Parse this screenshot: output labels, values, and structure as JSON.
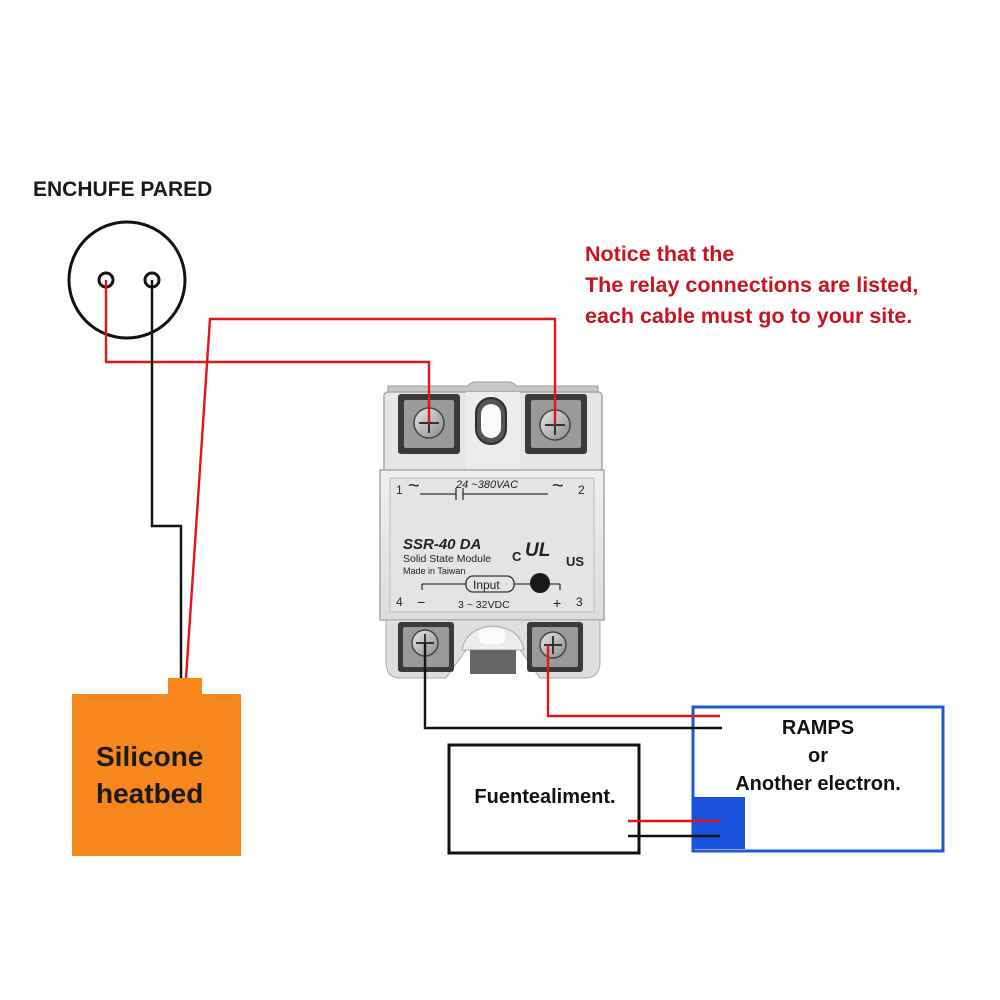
{
  "socket": {
    "title": "ENCHUFE PARED"
  },
  "notice": {
    "lines": [
      "Notice that the",
      "The relay connections are listed,",
      "each cable must go to your site."
    ]
  },
  "relay": {
    "voltage_ac": "24 ~380VAC",
    "model": "SSR-40 DA",
    "subtitle": "Solid State Module",
    "made_in": "Made in Taiwan",
    "input_label": "Input",
    "voltage_dc": "3 ~ 32VDC",
    "terminal_1": "1",
    "terminal_2": "2",
    "terminal_3": "3",
    "terminal_4": "4",
    "ac_symbol": "~",
    "minus": "−",
    "plus": "+",
    "cert_c": "C",
    "cert_ul": "UL",
    "cert_us": "US"
  },
  "heatbed": {
    "line1": "Silicone",
    "line2": "heatbed"
  },
  "controller": {
    "line1": "RAMPS",
    "line2": "or",
    "line3": "Another electron."
  },
  "power_supply": {
    "label": "Fuentealiment."
  },
  "colors": {
    "wire_red": "#e3151c",
    "wire_black": "#111111",
    "heatbed": "#f7861c",
    "controller_border": "#1c5ad8",
    "controller_block": "#1a52e0",
    "notice_text": "#c8141e"
  }
}
